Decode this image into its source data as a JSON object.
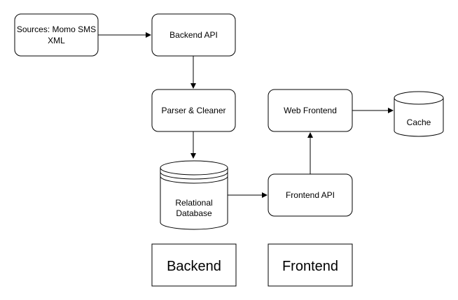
{
  "nodes": {
    "sources": {
      "line1": "Sources: Momo SMS",
      "line2": "XML"
    },
    "backend_api": {
      "label": "Backend API"
    },
    "parser": {
      "label": "Parser & Cleaner"
    },
    "database": {
      "line1": "Relational",
      "line2": "Database"
    },
    "frontend_api": {
      "label": "Frontend API"
    },
    "web_frontend": {
      "label": "Web Frontend"
    },
    "cache": {
      "label": "Cache"
    }
  },
  "legend": {
    "backend": "Backend",
    "frontend": "Frontend"
  },
  "edges": [
    {
      "from": "sources",
      "to": "backend_api"
    },
    {
      "from": "backend_api",
      "to": "parser"
    },
    {
      "from": "parser",
      "to": "database"
    },
    {
      "from": "database",
      "to": "frontend_api"
    },
    {
      "from": "frontend_api",
      "to": "web_frontend"
    },
    {
      "from": "web_frontend",
      "to": "cache"
    }
  ]
}
